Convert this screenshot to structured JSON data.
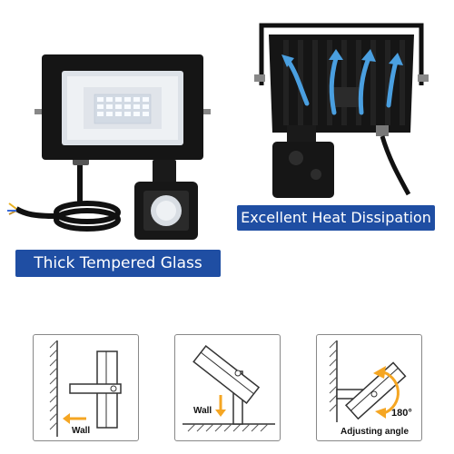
{
  "labels": {
    "heat": "Excellent Heat Dissipation",
    "glass": "Thick Tempered Glass"
  },
  "install": {
    "wall_label_1": "Wall",
    "wall_label_2": "Wall",
    "adjust_label": "Adjusting angle",
    "angle": "180°"
  },
  "colors": {
    "banner": "#1f4ea3",
    "arrow": "#f5a623",
    "airflow": "#4a9fe0"
  }
}
